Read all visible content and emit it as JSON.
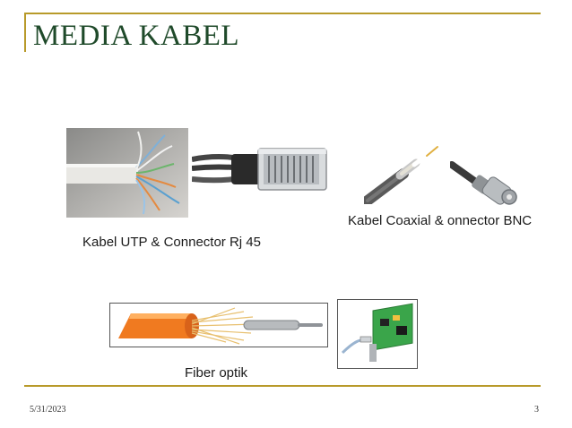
{
  "slide": {
    "title": "MEDIA KABEL",
    "captions": {
      "utp": "Kabel UTP & Connector Rj 45",
      "coax": "Kabel Coaxial & onnector BNC",
      "fiber": "Fiber optik"
    },
    "footer": {
      "date": "5/31/2023",
      "page": "3"
    }
  },
  "colors": {
    "title": "#1f4a2a",
    "frame": "#b89a2a"
  },
  "images": {
    "utp_photo": "utp-cable-photo",
    "rj45": "rj45-connector-illustration",
    "coax": "coaxial-cable-illustration",
    "bnc": "bnc-connector-illustration",
    "fiber": "fiber-optic-cable-illustration",
    "nic": "network-card-illustration"
  }
}
